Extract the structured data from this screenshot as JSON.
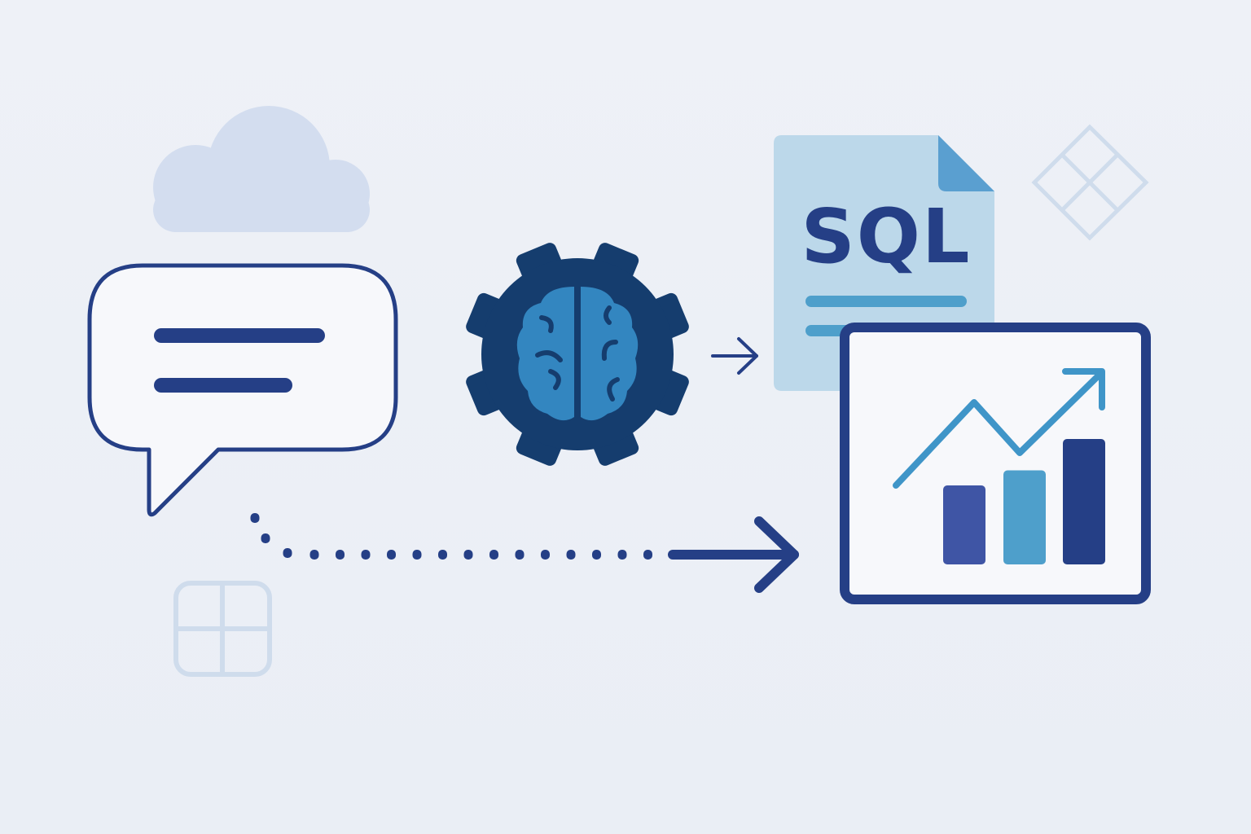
{
  "diagram": {
    "sql_document": {
      "label": "SQL"
    },
    "colors": {
      "background": "#eceff6",
      "navy": "#253f86",
      "dark_navy": "#153d6e",
      "brain_blue": "#3386c0",
      "light_blue": "#bcd8ea",
      "mid_blue": "#4e9fcb",
      "cloud": "#d3ddef",
      "decor": "#cfdcec"
    },
    "icons": [
      "cloud-icon",
      "chat-bubble-icon",
      "gear-brain-icon",
      "sql-document-icon",
      "chart-dashboard-icon",
      "diamond-grid-icon",
      "square-grid-icon"
    ],
    "chart_icon": {
      "bar_levels": [
        0.63,
        0.75,
        1.0
      ],
      "bar_colors": [
        "#3f55a5",
        "#4e9fcb",
        "#253f86"
      ]
    }
  }
}
